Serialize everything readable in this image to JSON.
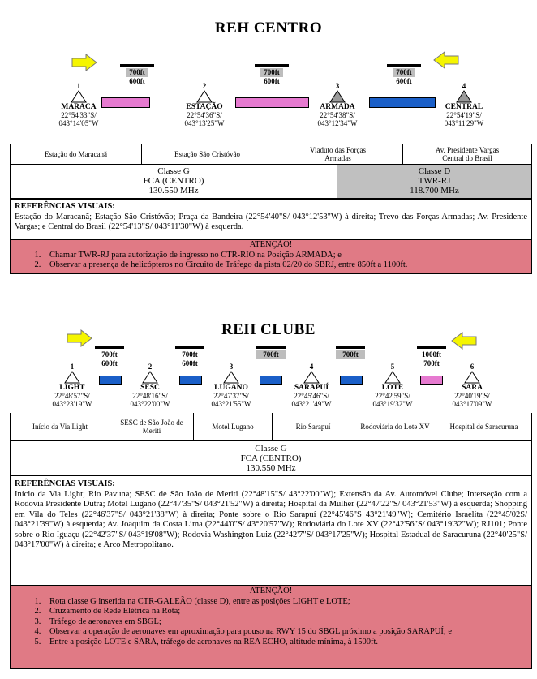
{
  "colors": {
    "pink": "#e67ad0",
    "blue": "#1a5fc8",
    "gray": "#c0c0c0",
    "attention": "#e07a85",
    "arrow": "#f5f500"
  },
  "centro": {
    "title": "REH CENTRO",
    "altitudes": [
      {
        "hi": "700ft",
        "lo": "600ft",
        "color": "pink"
      },
      {
        "hi": "700ft",
        "lo": "600ft",
        "color": "pink"
      },
      {
        "hi": "700ft",
        "lo": "600ft",
        "color": "blue"
      }
    ],
    "points": [
      {
        "num": "1",
        "name": "MARACA",
        "lat": "22°54'33\"S/",
        "lon": "043°14'05\"W"
      },
      {
        "num": "2",
        "name": "ESTAÇÃO",
        "lat": "22°54'36\"S/",
        "lon": "043°13'25\"W"
      },
      {
        "num": "3",
        "name": "ARMADA",
        "lat": "22°54'38\"S/",
        "lon": "043°12'34\"W"
      },
      {
        "num": "4",
        "name": "CENTRAL",
        "lat": "22°54'19\"S/",
        "lon": "043°11'29\"W"
      }
    ],
    "locations": [
      "Estação do Maracanã",
      "Estação São Cristóvão",
      "Viaduto das Forças Armadas",
      "Av. Presidente Vargas Central do Brasil"
    ],
    "class_g": {
      "line1": "Classe G",
      "line2": "FCA (CENTRO)",
      "line3": "130.550 MHz"
    },
    "class_d": {
      "line1": "Classe D",
      "line2": "TWR-RJ",
      "line3": "118.700 MHz"
    },
    "ref_title": "REFERÊNCIAS VISUAIS:",
    "ref_text": "Estação do Maracanã; Estação São Cristóvão; Praça da Bandeira (22°54'40\"S/ 043°12'53\"W) à direita; Trevo das Forças Armadas; Av. Presidente Vargas; e Central do Brasil (22°54'13\"S/ 043°11'30\"W) à esquerda.",
    "att_title": "ATENÇÃO!",
    "att_items": [
      "Chamar TWR-RJ para autorização de ingresso no CTR-RIO na Posição ARMADA; e",
      "Observar a presença de helicópteros no Circuito de Tráfego da pista 02/20 do SBRJ, entre 850ft a 1100ft."
    ]
  },
  "clube": {
    "title": "REH CLUBE",
    "altitudes": [
      {
        "hi": "700ft",
        "lo": "600ft",
        "color": "blue"
      },
      {
        "hi": "700ft",
        "lo": "600ft",
        "color": "blue"
      },
      {
        "hi": "700ft",
        "lo": "",
        "color": "blue"
      },
      {
        "hi": "700ft",
        "lo": "",
        "color": "blue"
      },
      {
        "hi": "1000ft",
        "lo": "700ft",
        "color": "pink"
      }
    ],
    "points": [
      {
        "num": "1",
        "name": "LIGHT",
        "lat": "22°48'57\"S/",
        "lon": "043°23'19\"W"
      },
      {
        "num": "2",
        "name": "SESC",
        "lat": "22°48'16\"S/",
        "lon": "043°22'00\"W"
      },
      {
        "num": "3",
        "name": "LUGANO",
        "lat": "22°47'37\"S/",
        "lon": "043°21'55\"W"
      },
      {
        "num": "4",
        "name": "SARAPUÍ",
        "lat": "22°45'46\"S/",
        "lon": "043°21'49\"W"
      },
      {
        "num": "5",
        "name": "LOTE",
        "lat": "22°42'59\"S/",
        "lon": "043°19'32\"W"
      },
      {
        "num": "6",
        "name": "SARA",
        "lat": "22°40'19\"S/",
        "lon": "043°17'09\"W"
      }
    ],
    "locations": [
      "Início da Via Light",
      "SESC de São João de Meriti",
      "Motel Lugano",
      "Rio Sarapuí",
      "Rodoviária do Lote XV",
      "Hospital de Saracuruna"
    ],
    "class_g": {
      "line1": "Classe G",
      "line2": "FCA (CENTRO)",
      "line3": "130.550 MHz"
    },
    "ref_title": "REFERÊNCIAS VISUAIS:",
    "ref_text": "Início da Via Light; Rio Pavuna; SESC de São João de Meriti (22°48'15\"S/ 43°22'00\"W); Extensão da Av. Automóvel Clube; Interseção com a Rodovia Presidente Dutra; Motel Lugano (22°47'35\"S/ 043°21'52\"W) à direita; Hospital da Mulher (22°47'22\"S/ 043°21'53\"W) à esquerda; Shopping em Vila do Teles (22°46'37\"S/ 043°21'38\"W) à direita; Ponte sobre o Rio Sarapuí (22°45'46\"S 43°21'49\"W); Cemitério Israelita (22°45'02S/ 043°21'39\"W) à esquerda; Av. Joaquim da Costa Lima (22°44'0\"S/ 43°20'57\"W); Rodoviária do Lote XV (22°42'56\"S/ 043°19'32\"W); RJ101; Ponte sobre o Rio Iguaçu (22°42'37\"S/ 043°19'08\"W); Rodovia Washington Luiz (22°42'7\"S/ 043°17'25\"W); Hospital Estadual de Saracuruna (22°40'25\"S/ 043°17'00\"W) à direita; e Arco Metropolitano.",
    "att_title": "ATENÇÃO!",
    "att_items": [
      "Rota classe G inserida na CTR-GALEÃO (classe D), entre as posições LIGHT e LOTE;",
      "Cruzamento de Rede Elétrica na Rota;",
      "Tráfego de aeronaves em SBGL;",
      "Observar a operação de aeronaves em aproximação para pouso na RWY 15 do SBGL próximo a posição SARAPUÍ; e",
      "Entre a posição LOTE e SARA, tráfego de aeronaves na REA ECHO, altitude mínima, à 1500ft."
    ]
  }
}
